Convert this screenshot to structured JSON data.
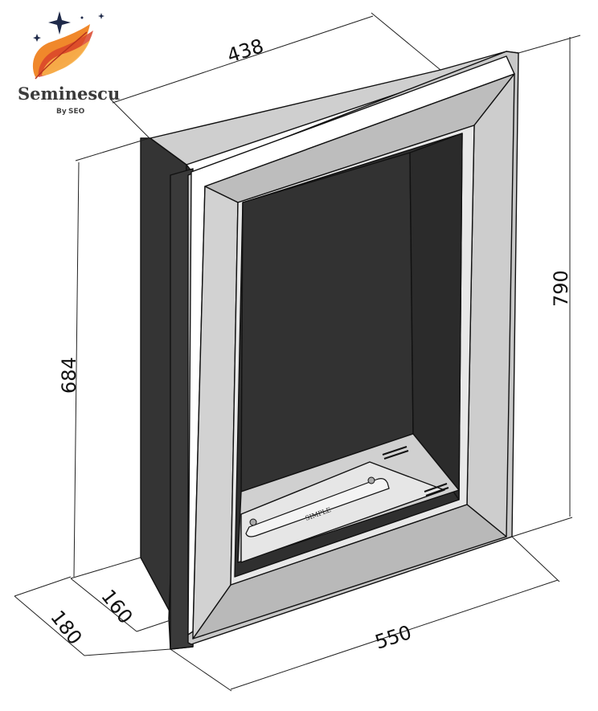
{
  "logo": {
    "brand": "Seminescu",
    "by_prefix": "By",
    "by_mark": "SEO",
    "colors": {
      "flame_dark": "#d9442a",
      "flame_mid": "#f0882b",
      "flame_light": "#f8b44a",
      "star": "#1f2a4a",
      "text": "#3b3b3b"
    }
  },
  "dimensions": {
    "top_width": "438",
    "total_height": "790",
    "box_height": "684",
    "box_depth": "160",
    "total_depth": "180",
    "front_width": "550"
  },
  "product": {
    "burner_label": "SIMPLE",
    "colors": {
      "frame": "#c8c8c8",
      "frame_light": "#dcdcdc",
      "frame_dark": "#a9a9a9",
      "box": "#3a3a3a",
      "interior": "#303030",
      "burner_plate": "#e6e6e6",
      "floor": "#d0d0d0"
    }
  }
}
